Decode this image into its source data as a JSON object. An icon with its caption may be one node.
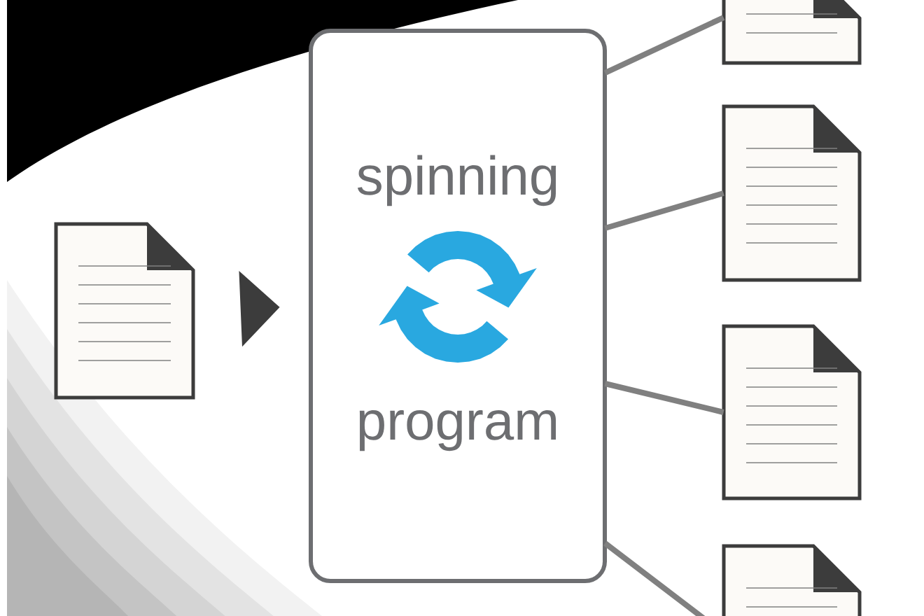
{
  "diagram": {
    "nodes": [
      {
        "text": [],
        "shape": "document"
      },
      {
        "text": [
          "spinning",
          "program"
        ]
      },
      {
        "text": [],
        "shape": "document"
      },
      {
        "text": [],
        "shape": "document"
      },
      {
        "text": [],
        "shape": "document"
      },
      {
        "text": [],
        "shape": "document"
      }
    ],
    "edges": [
      {
        "from": 0,
        "to": 1,
        "arrow": "to"
      },
      {
        "from": 1,
        "to": 2,
        "arrow": "none"
      },
      {
        "from": 1,
        "to": 3,
        "arrow": "none"
      },
      {
        "from": 1,
        "to": 4,
        "arrow": "none"
      },
      {
        "from": 1,
        "to": 5,
        "arrow": "none"
      }
    ]
  }
}
